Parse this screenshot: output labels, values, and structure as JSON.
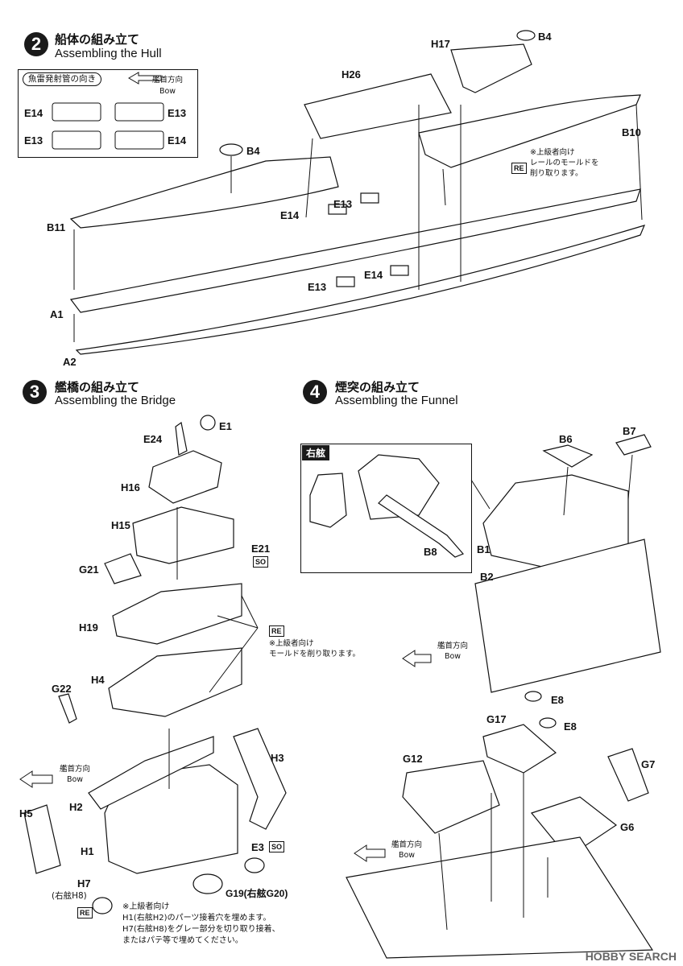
{
  "steps": {
    "hull": {
      "number": "2",
      "title_jp": "船体の組み立て",
      "title_en": "Assembling the Hull"
    },
    "bridge": {
      "number": "3",
      "title_jp": "艦橋の組み立て",
      "title_en": "Assembling the Bridge"
    },
    "funnel": {
      "number": "4",
      "title_jp": "煙突の組み立て",
      "title_en": "Assembling the Funnel"
    }
  },
  "torpedo_legend": {
    "heading": "魚雷発射管の向き",
    "bow_jp": "艦首方向",
    "bow_en": "Bow",
    "left_top": "E14",
    "right_top": "E13",
    "left_bottom": "E13",
    "right_bottom": "E14"
  },
  "hull_parts": {
    "h17": "H17",
    "b4_top": "B4",
    "h26": "H26",
    "b10": "B10",
    "b4": "B4",
    "b11": "B11",
    "e14_a": "E14",
    "e13_a": "E13",
    "e13_b": "E13",
    "e14_b": "E14",
    "a1": "A1",
    "a2": "A2"
  },
  "hull_note": {
    "tag": "RE",
    "line1": "※上級者向け",
    "line2": "レールのモールドを",
    "line3": "削り取ります。"
  },
  "bridge_parts": {
    "e1": "E1",
    "e24": "E24",
    "h16": "H16",
    "h15": "H15",
    "e21": "E21",
    "so1": "SO",
    "g21": "G21",
    "h19": "H19",
    "re_tag": "RE",
    "g22": "G22",
    "h4": "H4",
    "h3": "H3",
    "h2": "H2",
    "h5": "H5",
    "h1": "H1",
    "h7": "H7",
    "h8_note": "(右舷H8)",
    "re2": "RE",
    "e3": "E3",
    "so2": "SO",
    "g19": "G19(右舷G20)"
  },
  "bridge_note1": {
    "line1": "※上級者向け",
    "line2": "モールドを削り取ります。"
  },
  "bridge_bow": {
    "jp": "艦首方向",
    "en": "Bow"
  },
  "bridge_note2": {
    "line1": "※上級者向け",
    "line2": "H1(右舷H2)のパーツ接着穴を埋めます。",
    "line3": "H7(右舷H8)をグレー部分を切り取り接着、",
    "line4": "またはパテ等で埋めてください。"
  },
  "funnel_parts": {
    "inset_title": "右舷",
    "b8": "B8",
    "b6": "B6",
    "b7": "B7",
    "b1": "B1",
    "b2": "B2",
    "e8_a": "E8",
    "e8_b": "E8",
    "g17": "G17",
    "g12": "G12",
    "g7": "G7",
    "g6": "G6"
  },
  "funnel_bow1": {
    "jp": "艦首方向",
    "en": "Bow"
  },
  "funnel_bow2": {
    "jp": "艦首方向",
    "en": "Bow"
  },
  "watermark": "HOBBY SEARCH"
}
